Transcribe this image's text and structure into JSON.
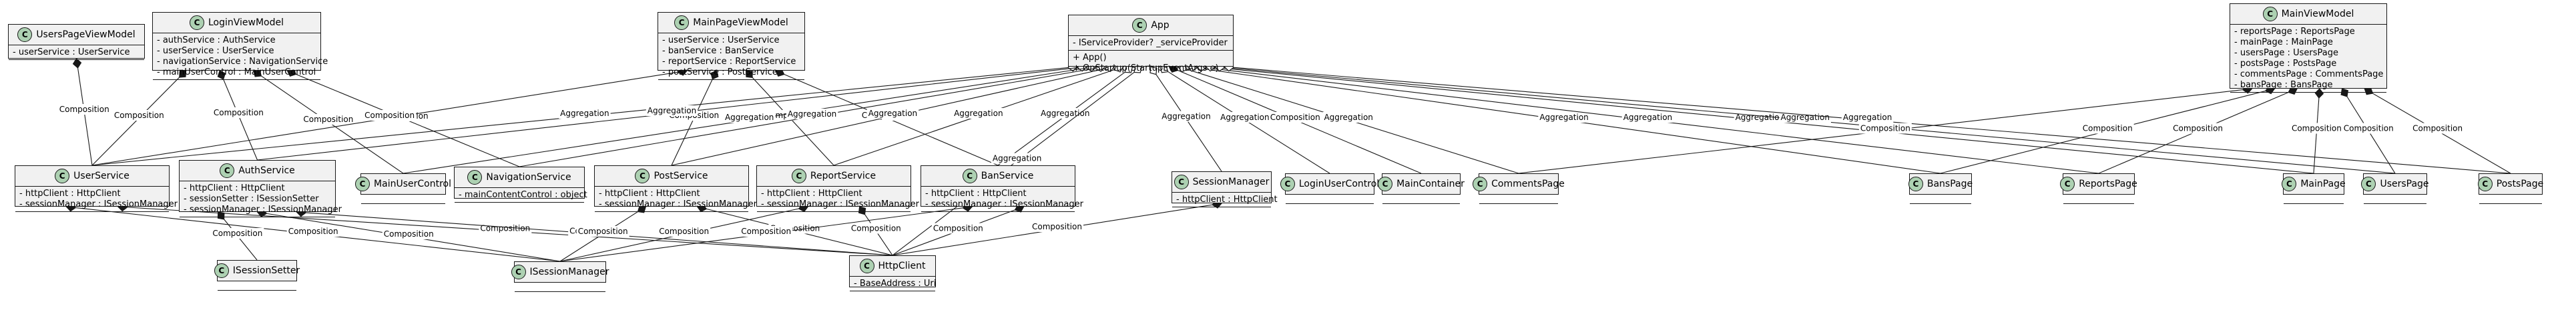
{
  "classes": {
    "UsersPageViewModel": {
      "name": "UsersPageViewModel",
      "fields": [
        "- userService : UserService"
      ],
      "methods": []
    },
    "LoginViewModel": {
      "name": "LoginViewModel",
      "fields": [
        "- authService : AuthService",
        "- userService : UserService",
        "- navigationService : NavigationService",
        "- mainUserControl : MainUserControl"
      ],
      "methods": []
    },
    "MainPageViewModel": {
      "name": "MainPageViewModel",
      "fields": [
        "- userService : UserService",
        "- banService : BanService",
        "- reportService : ReportService",
        "- postService : PostService"
      ],
      "methods": []
    },
    "App": {
      "name": "App",
      "fields": [
        "- IServiceProvider? _serviceProvider"
      ],
      "methods": [
        "+ App()",
        "+ OnStartup(StartupEventArgs e)"
      ]
    },
    "MainViewModel": {
      "name": "MainViewModel",
      "fields": [
        "- reportsPage : ReportsPage",
        "- mainPage : MainPage",
        "- usersPage : UsersPage",
        "- postsPage : PostsPage",
        "- commentsPage : CommentsPage",
        "- bansPage : BansPage"
      ],
      "methods": []
    },
    "UserService": {
      "name": "UserService",
      "fields": [
        "- httpClient : HttpClient",
        "- sessionManager : ISessionManager"
      ],
      "methods": []
    },
    "AuthService": {
      "name": "AuthService",
      "fields": [
        "- httpClient : HttpClient",
        "- sessionSetter : ISessionSetter",
        "- sessionManager : ISessionManager"
      ],
      "methods": []
    },
    "MainUserControl": {
      "name": "MainUserControl",
      "fields": [],
      "methods": []
    },
    "NavigationService": {
      "name": "NavigationService",
      "fields": [
        "- mainContentControl : object"
      ],
      "methods": []
    },
    "PostService": {
      "name": "PostService",
      "fields": [
        "- httpClient : HttpClient",
        "- sessionManager : ISessionManager"
      ],
      "methods": []
    },
    "ReportService": {
      "name": "ReportService",
      "fields": [
        "- httpClient : HttpClient",
        "- sessionManager : ISessionManager"
      ],
      "methods": []
    },
    "BanService": {
      "name": "BanService",
      "fields": [
        "- httpClient : HttpClient",
        "- sessionManager : ISessionManager"
      ],
      "methods": []
    },
    "SessionManager": {
      "name": "SessionManager",
      "fields": [
        "- httpClient : HttpClient"
      ],
      "methods": []
    },
    "LoginUserControl": {
      "name": "LoginUserControl",
      "fields": [],
      "methods": []
    },
    "MainContainer": {
      "name": "MainContainer",
      "fields": [],
      "methods": []
    },
    "CommentsPage": {
      "name": "CommentsPage",
      "fields": [],
      "methods": []
    },
    "BansPage": {
      "name": "BansPage",
      "fields": [],
      "methods": []
    },
    "ReportsPage": {
      "name": "ReportsPage",
      "fields": [],
      "methods": []
    },
    "MainPage": {
      "name": "MainPage",
      "fields": [],
      "methods": []
    },
    "UsersPage": {
      "name": "UsersPage",
      "fields": [],
      "methods": []
    },
    "PostsPage": {
      "name": "PostsPage",
      "fields": [],
      "methods": []
    },
    "ISessionSetter": {
      "name": "ISessionSetter",
      "fields": [],
      "methods": []
    },
    "ISessionManager": {
      "name": "ISessionManager",
      "fields": [],
      "methods": []
    },
    "HttpClient": {
      "name": "HttpClient",
      "fields": [
        "- BaseAddress : Uri"
      ],
      "methods": []
    }
  },
  "class_badge": "C",
  "relations": [
    {
      "from": "UsersPageViewModel",
      "to": "UserService",
      "label": "Composition",
      "kind": "composition"
    },
    {
      "from": "LoginViewModel",
      "to": "UserService",
      "label": "Composition",
      "kind": "composition"
    },
    {
      "from": "LoginViewModel",
      "to": "AuthService",
      "label": "Composition",
      "kind": "composition"
    },
    {
      "from": "LoginViewModel",
      "to": "MainUserControl",
      "label": "Composition",
      "kind": "composition"
    },
    {
      "from": "LoginViewModel",
      "to": "NavigationService",
      "label": "Composition",
      "kind": "composition"
    },
    {
      "from": "MainPageViewModel",
      "to": "UserService",
      "label": "Composition",
      "kind": "composition"
    },
    {
      "from": "MainPageViewModel",
      "to": "PostService",
      "label": "Composition",
      "kind": "composition"
    },
    {
      "from": "MainPageViewModel",
      "to": "ReportService",
      "label": "Composition",
      "kind": "composition"
    },
    {
      "from": "MainPageViewModel",
      "to": "BanService",
      "label": "Composition",
      "kind": "composition"
    },
    {
      "from": "App",
      "to": "UserService",
      "label": "Aggregation",
      "kind": "aggregation"
    },
    {
      "from": "App",
      "to": "AuthService",
      "label": "Aggregation",
      "kind": "aggregation"
    },
    {
      "from": "App",
      "to": "MainUserControl",
      "label": "Aggregation",
      "kind": "aggregation"
    },
    {
      "from": "App",
      "to": "NavigationService",
      "label": "Aggregation",
      "kind": "aggregation"
    },
    {
      "from": "App",
      "to": "PostService",
      "label": "Aggregation",
      "kind": "aggregation"
    },
    {
      "from": "App",
      "to": "ReportService",
      "label": "Aggregation",
      "kind": "aggregation"
    },
    {
      "from": "App",
      "to": "BanService",
      "label": "Aggregation",
      "kind": "aggregation"
    },
    {
      "from": "App",
      "to": "HttpClient",
      "label": "Aggregation",
      "kind": "aggregation"
    },
    {
      "from": "App",
      "to": "SessionManager",
      "label": "Aggregation",
      "kind": "aggregation"
    },
    {
      "from": "App",
      "to": "LoginUserControl",
      "label": "Aggregation",
      "kind": "aggregation"
    },
    {
      "from": "App",
      "to": "MainContainer",
      "label": "Composition",
      "kind": "composition"
    },
    {
      "from": "App",
      "to": "CommentsPage",
      "label": "Aggregation",
      "kind": "aggregation"
    },
    {
      "from": "App",
      "to": "BansPage",
      "label": "Aggregation",
      "kind": "aggregation"
    },
    {
      "from": "App",
      "to": "ReportsPage",
      "label": "Aggregation",
      "kind": "aggregation"
    },
    {
      "from": "App",
      "to": "MainPage",
      "label": "Aggregation",
      "kind": "aggregation"
    },
    {
      "from": "App",
      "to": "UsersPage",
      "label": "Aggregation",
      "kind": "aggregation"
    },
    {
      "from": "App",
      "to": "PostsPage",
      "label": "Aggregation",
      "kind": "aggregation"
    },
    {
      "from": "MainViewModel",
      "to": "CommentsPage",
      "label": "Composition",
      "kind": "composition"
    },
    {
      "from": "MainViewModel",
      "to": "BansPage",
      "label": "Composition",
      "kind": "composition"
    },
    {
      "from": "MainViewModel",
      "to": "ReportsPage",
      "label": "Composition",
      "kind": "composition"
    },
    {
      "from": "MainViewModel",
      "to": "MainPage",
      "label": "Composition",
      "kind": "composition"
    },
    {
      "from": "MainViewModel",
      "to": "UsersPage",
      "label": "Composition",
      "kind": "composition"
    },
    {
      "from": "MainViewModel",
      "to": "PostsPage",
      "label": "Composition",
      "kind": "composition"
    },
    {
      "from": "UserService",
      "to": "ISessionManager",
      "label": "Composition",
      "kind": "composition"
    },
    {
      "from": "UserService",
      "to": "HttpClient",
      "label": "Composition",
      "kind": "composition"
    },
    {
      "from": "AuthService",
      "to": "ISessionSetter",
      "label": "Composition",
      "kind": "composition"
    },
    {
      "from": "AuthService",
      "to": "ISessionManager",
      "label": "Composition",
      "kind": "composition"
    },
    {
      "from": "AuthService",
      "to": "HttpClient",
      "label": "Composition",
      "kind": "composition"
    },
    {
      "from": "PostService",
      "to": "ISessionManager",
      "label": "Composition",
      "kind": "composition"
    },
    {
      "from": "PostService",
      "to": "HttpClient",
      "label": "Composition",
      "kind": "composition"
    },
    {
      "from": "ReportService",
      "to": "ISessionManager",
      "label": "Composition",
      "kind": "composition"
    },
    {
      "from": "ReportService",
      "to": "HttpClient",
      "label": "Composition",
      "kind": "composition"
    },
    {
      "from": "BanService",
      "to": "ISessionManager",
      "label": "Composition",
      "kind": "composition"
    },
    {
      "from": "BanService",
      "to": "HttpClient",
      "label": "Composition",
      "kind": "composition"
    },
    {
      "from": "SessionManager",
      "to": "HttpClient",
      "label": "Composition",
      "kind": "composition"
    }
  ]
}
